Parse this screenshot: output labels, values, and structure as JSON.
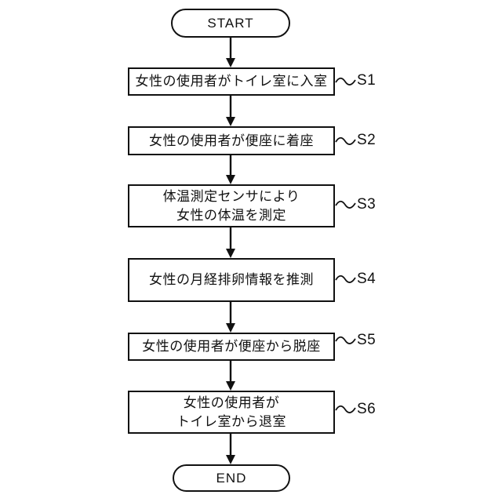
{
  "flowchart": {
    "start_label": "START",
    "end_label": "END",
    "steps": [
      {
        "label": "S1",
        "lines": [
          "女性の使用者がトイレ室に入室"
        ]
      },
      {
        "label": "S2",
        "lines": [
          "女性の使用者が便座に着座"
        ]
      },
      {
        "label": "S3",
        "lines": [
          "体温測定センサにより",
          "女性の体温を測定"
        ]
      },
      {
        "label": "S4",
        "lines": [
          "女性の月経排卵情報を推測"
        ]
      },
      {
        "label": "S5",
        "lines": [
          "女性の使用者が便座から脱座"
        ]
      },
      {
        "label": "S6",
        "lines": [
          "女性の使用者が",
          "トイレ室から退室"
        ]
      }
    ],
    "colors": {
      "stroke": "#111111",
      "background": "#ffffff"
    }
  }
}
